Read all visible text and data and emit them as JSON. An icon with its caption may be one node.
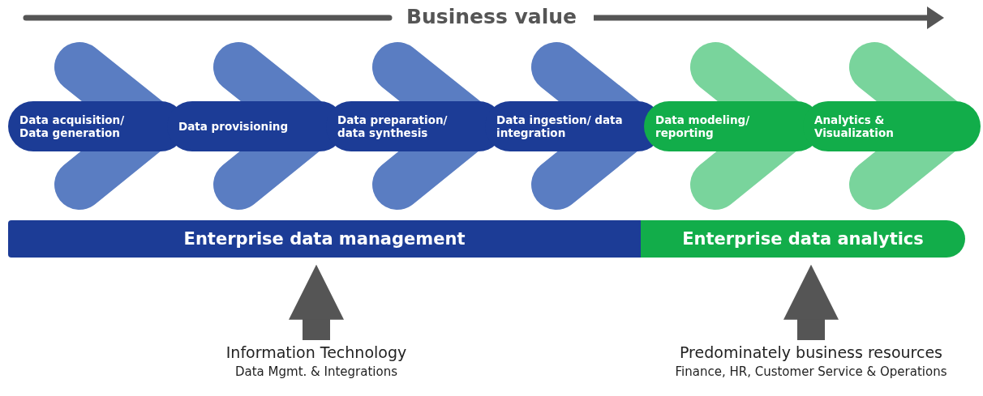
{
  "diagram": {
    "nodes": [
      {
        "text": [
          "Data acquisition/ Data generation"
        ]
      },
      {
        "text": [
          "Data provisioning"
        ]
      },
      {
        "text": [
          "Data preparation/ data synthesis"
        ]
      },
      {
        "text": [
          "Data ingestion/ data integration"
        ]
      },
      {
        "text": [
          "Data modeling/ reporting"
        ]
      },
      {
        "text": [
          "Analytics & Visualization"
        ]
      },
      {
        "text": [
          "Enterprise data management"
        ]
      },
      {
        "text": [
          "Enterprise data analytics"
        ]
      },
      {
        "text": [
          "Information Technology",
          "Data Mgmt. & Integrations"
        ]
      },
      {
        "text": [
          "Predominately business resources",
          "Finance, HR, Customer Service & Operations"
        ]
      }
    ],
    "edges": [
      {
        "from": 8,
        "to": 6,
        "arrow": "to"
      },
      {
        "from": 9,
        "to": 7,
        "arrow": "to"
      }
    ],
    "labels": [
      "Business value"
    ]
  }
}
